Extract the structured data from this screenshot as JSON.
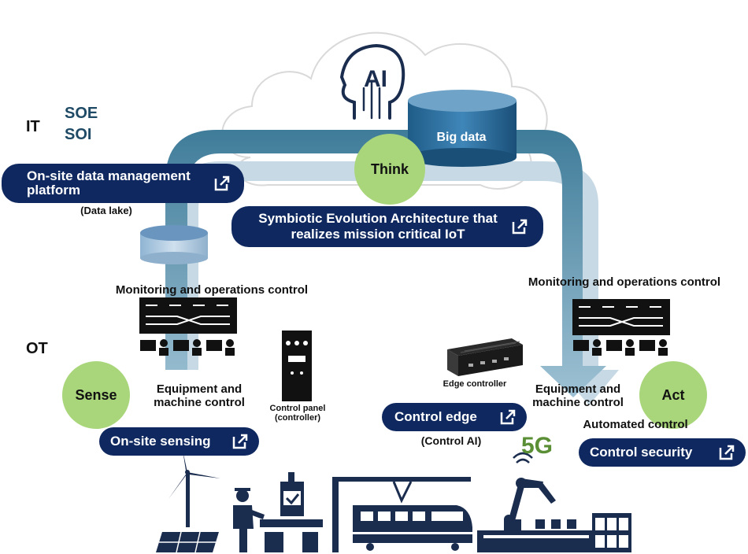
{
  "layers": {
    "it": "IT",
    "soe": "SOE",
    "soi": "SOI",
    "ot": "OT"
  },
  "cloud": {
    "ai_label": "AI",
    "big_data": "Big data"
  },
  "phases": {
    "think": "Think",
    "sense": "Sense",
    "act": "Act"
  },
  "links": {
    "data_platform": "On-site data management platform",
    "symbiotic": "Symbiotic Evolution Architecture that realizes mission critical IoT",
    "onsite_sensing": "On-site sensing",
    "control_edge": "Control edge",
    "control_security": "Control security"
  },
  "labels": {
    "data_lake": "(Data lake)",
    "monitoring_left": "Monitoring and operations control",
    "monitoring_right": "Monitoring and operations control",
    "equipment_left": "Equipment and machine control",
    "equipment_right": "Equipment and machine control",
    "control_panel": "Control panel (controller)",
    "edge_controller": "Edge controller",
    "control_ai": "(Control AI)",
    "automated_control": "Automated control",
    "five_g": "5G"
  },
  "colors": {
    "navy": "#0f2960",
    "green_circle": "#a9d67b",
    "teal_arrow": "#4f879f",
    "light_arrow": "#b7cfdc",
    "five_g": "#5a8f36",
    "soe_text": "#1f4a66"
  }
}
